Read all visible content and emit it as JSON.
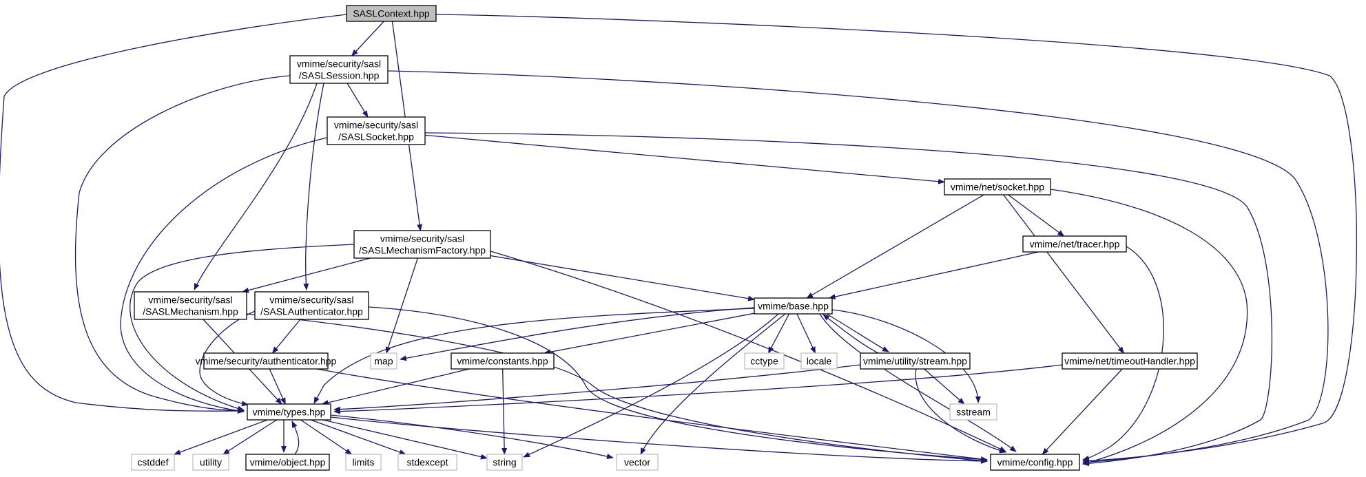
{
  "graph": {
    "colors": {
      "edge": "#191970",
      "border": "#000000",
      "external_border": "#bfbfbf",
      "root_fill": "#bfbfbf"
    },
    "nodes": [
      {
        "id": "sasl_context",
        "lines": [
          "SASLContext.hpp"
        ],
        "kind": "root"
      },
      {
        "id": "sasl_session",
        "lines": [
          "vmime/security/sasl",
          "/SASLSession.hpp"
        ],
        "kind": "file"
      },
      {
        "id": "sasl_socket",
        "lines": [
          "vmime/security/sasl",
          "/SASLSocket.hpp"
        ],
        "kind": "file"
      },
      {
        "id": "net_socket",
        "lines": [
          "vmime/net/socket.hpp"
        ],
        "kind": "file"
      },
      {
        "id": "net_tracer",
        "lines": [
          "vmime/net/tracer.hpp"
        ],
        "kind": "file"
      },
      {
        "id": "sasl_mechanism_factory",
        "lines": [
          "vmime/security/sasl",
          "/SASLMechanismFactory.hpp"
        ],
        "kind": "file"
      },
      {
        "id": "sasl_mechanism",
        "lines": [
          "vmime/security/sasl",
          "/SASLMechanism.hpp"
        ],
        "kind": "file"
      },
      {
        "id": "sasl_authenticator",
        "lines": [
          "vmime/security/sasl",
          "/SASLAuthenticator.hpp"
        ],
        "kind": "file"
      },
      {
        "id": "base",
        "lines": [
          "vmime/base.hpp"
        ],
        "kind": "file"
      },
      {
        "id": "security_authenticator",
        "lines": [
          "vmime/security/authenticator.hpp"
        ],
        "kind": "file"
      },
      {
        "id": "map",
        "lines": [
          "map"
        ],
        "kind": "external"
      },
      {
        "id": "constants",
        "lines": [
          "vmime/constants.hpp"
        ],
        "kind": "file"
      },
      {
        "id": "cctype",
        "lines": [
          "cctype"
        ],
        "kind": "external"
      },
      {
        "id": "locale",
        "lines": [
          "locale"
        ],
        "kind": "external"
      },
      {
        "id": "utility_stream",
        "lines": [
          "vmime/utility/stream.hpp"
        ],
        "kind": "file"
      },
      {
        "id": "timeout_handler",
        "lines": [
          "vmime/net/timeoutHandler.hpp"
        ],
        "kind": "file"
      },
      {
        "id": "sstream",
        "lines": [
          "sstream"
        ],
        "kind": "external"
      },
      {
        "id": "types",
        "lines": [
          "vmime/types.hpp"
        ],
        "kind": "file"
      },
      {
        "id": "cstddef",
        "lines": [
          "cstddef"
        ],
        "kind": "external"
      },
      {
        "id": "utility",
        "lines": [
          "utility"
        ],
        "kind": "external"
      },
      {
        "id": "object",
        "lines": [
          "vmime/object.hpp"
        ],
        "kind": "file"
      },
      {
        "id": "limits",
        "lines": [
          "limits"
        ],
        "kind": "external"
      },
      {
        "id": "stdexcept",
        "lines": [
          "stdexcept"
        ],
        "kind": "external"
      },
      {
        "id": "string",
        "lines": [
          "string"
        ],
        "kind": "external"
      },
      {
        "id": "vector",
        "lines": [
          "vector"
        ],
        "kind": "external"
      },
      {
        "id": "config",
        "lines": [
          "vmime/config.hpp"
        ],
        "kind": "file"
      }
    ],
    "edges": [
      [
        "sasl_context",
        "sasl_session"
      ],
      [
        "sasl_context",
        "sasl_mechanism_factory"
      ],
      [
        "sasl_context",
        "types"
      ],
      [
        "sasl_context",
        "config"
      ],
      [
        "sasl_session",
        "sasl_socket"
      ],
      [
        "sasl_session",
        "sasl_mechanism"
      ],
      [
        "sasl_session",
        "sasl_authenticator"
      ],
      [
        "sasl_session",
        "types"
      ],
      [
        "sasl_session",
        "config"
      ],
      [
        "sasl_socket",
        "net_socket"
      ],
      [
        "sasl_socket",
        "types"
      ],
      [
        "sasl_socket",
        "config"
      ],
      [
        "net_socket",
        "net_tracer"
      ],
      [
        "net_socket",
        "base"
      ],
      [
        "net_socket",
        "timeout_handler"
      ],
      [
        "net_socket",
        "config"
      ],
      [
        "net_tracer",
        "base"
      ],
      [
        "net_tracer",
        "config"
      ],
      [
        "sasl_mechanism_factory",
        "sasl_mechanism"
      ],
      [
        "sasl_mechanism_factory",
        "base"
      ],
      [
        "sasl_mechanism_factory",
        "map"
      ],
      [
        "sasl_mechanism_factory",
        "types"
      ],
      [
        "sasl_mechanism_factory",
        "config"
      ],
      [
        "sasl_mechanism",
        "types"
      ],
      [
        "sasl_mechanism",
        "config"
      ],
      [
        "sasl_authenticator",
        "security_authenticator"
      ],
      [
        "sasl_authenticator",
        "types"
      ],
      [
        "sasl_authenticator",
        "config"
      ],
      [
        "security_authenticator",
        "types"
      ],
      [
        "security_authenticator",
        "config"
      ],
      [
        "base",
        "map"
      ],
      [
        "base",
        "constants"
      ],
      [
        "base",
        "cctype"
      ],
      [
        "base",
        "locale"
      ],
      [
        "base",
        "utility_stream"
      ],
      [
        "base",
        "sstream"
      ],
      [
        "base",
        "types"
      ],
      [
        "base",
        "string"
      ],
      [
        "base",
        "vector"
      ],
      [
        "base",
        "config"
      ],
      [
        "constants",
        "types"
      ],
      [
        "constants",
        "string"
      ],
      [
        "utility_stream",
        "base"
      ],
      [
        "utility_stream",
        "types"
      ],
      [
        "utility_stream",
        "sstream"
      ],
      [
        "utility_stream",
        "config"
      ],
      [
        "timeout_handler",
        "types"
      ],
      [
        "timeout_handler",
        "config"
      ],
      [
        "types",
        "cstddef"
      ],
      [
        "types",
        "utility"
      ],
      [
        "types",
        "object"
      ],
      [
        "types",
        "limits"
      ],
      [
        "types",
        "stdexcept"
      ],
      [
        "types",
        "string"
      ],
      [
        "types",
        "vector"
      ],
      [
        "types",
        "config"
      ],
      [
        "object",
        "types"
      ]
    ]
  }
}
